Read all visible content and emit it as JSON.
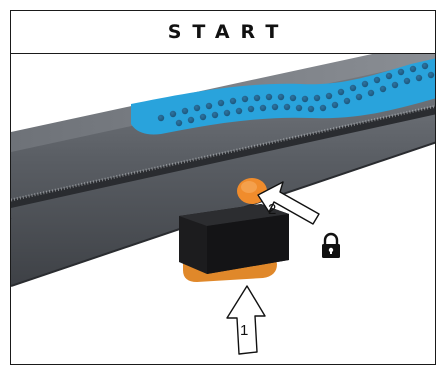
{
  "header": {
    "title": "START"
  },
  "steps": [
    {
      "number": "1",
      "icon": "up-arrow",
      "description_shown": false
    },
    {
      "number": "2",
      "icon": "diagonal-arrow",
      "description_shown": false
    }
  ],
  "lock_icon": "lock-icon",
  "colors": {
    "rail_dark": "#4a4d52",
    "rail_top": "#6a6e74",
    "blue_strip": "#29a3dc",
    "button_orange": "#f08c2c",
    "base_orange": "#e0882a",
    "block_black": "#1c1c1e",
    "frame": "#1a1a1a"
  }
}
